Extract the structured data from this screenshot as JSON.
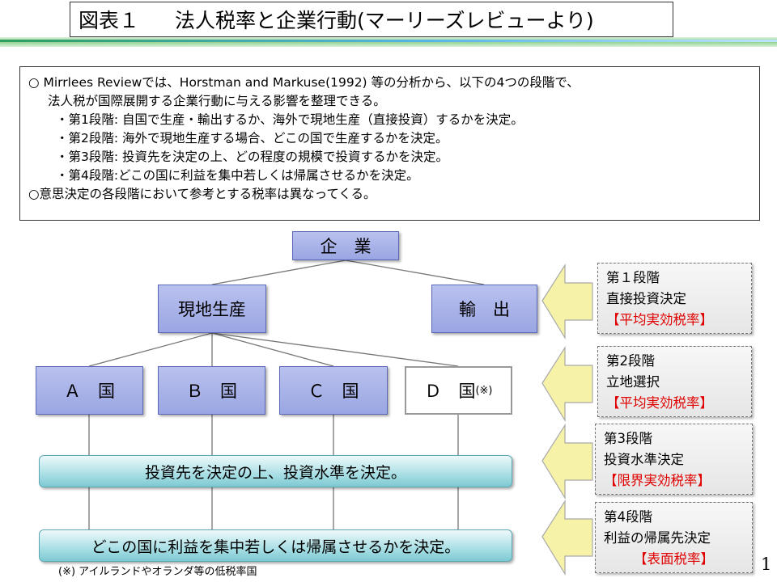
{
  "title": {
    "label": "図表１",
    "text": "法人税率と企業行動(マーリーズレビューより)"
  },
  "summary": {
    "lines": [
      "○ Mirrlees Reviewでは、Horstman and Markuse(1992) 等の分析から、以下の4つの段階で、",
      "法人税が国際展開する企業行動に与える影響を整理できる。",
      "・第1段階: 自国で生産・輸出するか、海外で現地生産（直接投資）するかを決定。",
      "・第2段階: 海外で現地生産する場合、どこの国で生産するかを決定。",
      "・第3段階: 投資先を決定の上、どの程度の規模で投資するかを決定。",
      "・第4段階:どこの国に利益を集中若しくは帰属させるかを決定。",
      "○意思決定の各段階において参考とする税率は異なってくる。"
    ]
  },
  "tree": {
    "root": "企　業",
    "local_production": "現地生産",
    "export": "輸　出",
    "countries": [
      "Ａ　国",
      "Ｂ　国",
      "Ｃ　国",
      "Ｄ　国"
    ],
    "country_d_mark": "(※)",
    "bar_invest": "投資先を決定の上、投資水準を決定。",
    "bar_profit": "どこの国に利益を集中若しくは帰属させるかを決定。"
  },
  "stages": [
    {
      "name": "第１段階",
      "decision": "直接投資決定",
      "rate": "【平均実効税率】"
    },
    {
      "name": "第2段階",
      "decision": "立地選択",
      "rate": "【平均実効税率】"
    },
    {
      "name": "第3段階",
      "decision": "投資水準決定",
      "rate": "【限界実効税率】"
    },
    {
      "name": "第4段階",
      "decision": "利益の帰属先決定",
      "rate": "【表面税率】"
    }
  ],
  "footnote": "(※) アイルランドやオランダ等の低税率国",
  "page_number": "1",
  "colors": {
    "box_blue": "#9aa6e3",
    "bar_teal": "#a9dfe5",
    "arrow_yellow": "#f6f2a8",
    "rate_red": "#e00000"
  },
  "icons": [
    "left-arrow-icon"
  ]
}
